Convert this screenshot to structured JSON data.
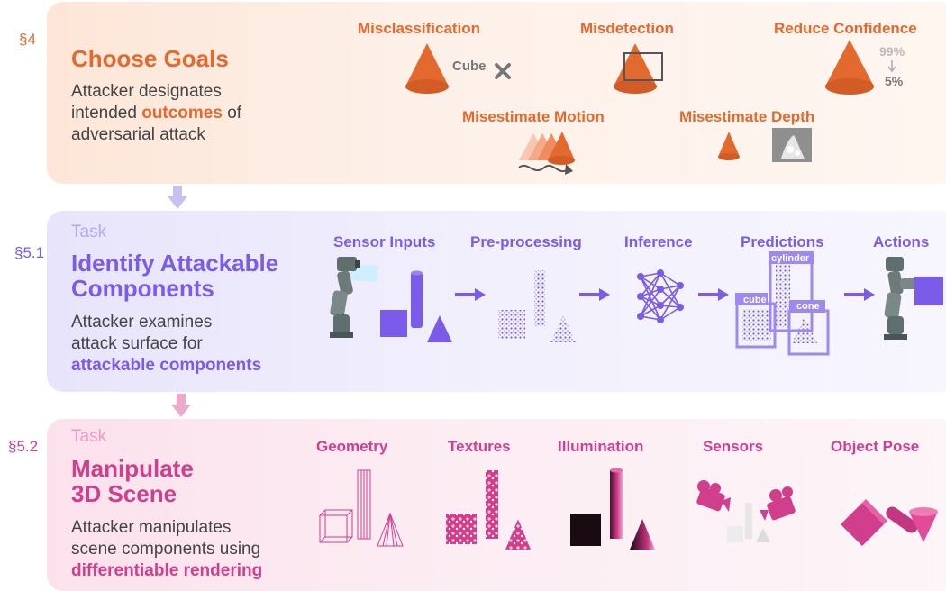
{
  "colors": {
    "orange": "#e4692f",
    "purple": "#7b5be9",
    "magenta": "#d13f8c"
  },
  "goals": {
    "section": "§4",
    "title": "Choose Goals",
    "desc_1": "Attacker designates",
    "desc_2": "intended ",
    "desc_highlight": "outcomes",
    "desc_3": " of",
    "desc_4": "adversarial attack",
    "items": [
      "Misclassification",
      "Misdetection",
      "Reduce Confidence",
      "Misestimate Motion",
      "Misestimate Depth"
    ],
    "cube_label": "Cube",
    "conf_before": "99%",
    "conf_after": "5%"
  },
  "components": {
    "section": "§5.1",
    "task": "Task",
    "title_1": "Identify Attackable",
    "title_2": "Components",
    "desc_1": "Attacker examines",
    "desc_2": "attack surface for",
    "desc_highlight": "attackable components",
    "stages": [
      "Sensor Inputs",
      "Pre-processing",
      "Inference",
      "Predictions",
      "Actions"
    ],
    "boxes": [
      "cylinder",
      "cube",
      "cone"
    ]
  },
  "scene": {
    "section": "§5.2",
    "task": "Task",
    "title_1": "Manipulate",
    "title_2": "3D Scene",
    "desc_1": "Attacker manipulates",
    "desc_2": "scene components using",
    "desc_highlight": "differentiable rendering",
    "items": [
      "Geometry",
      "Textures",
      "Illumination",
      "Sensors",
      "Object Pose"
    ]
  }
}
